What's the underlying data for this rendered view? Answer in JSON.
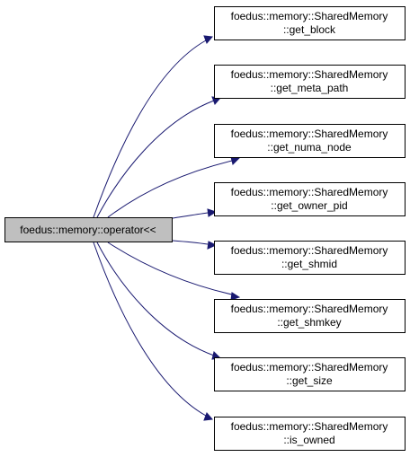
{
  "root": {
    "label": "foedus::memory::operator<<"
  },
  "targets": [
    {
      "line1": "foedus::memory::SharedMemory",
      "line2": "::get_block"
    },
    {
      "line1": "foedus::memory::SharedMemory",
      "line2": "::get_meta_path"
    },
    {
      "line1": "foedus::memory::SharedMemory",
      "line2": "::get_numa_node"
    },
    {
      "line1": "foedus::memory::SharedMemory",
      "line2": "::get_owner_pid"
    },
    {
      "line1": "foedus::memory::SharedMemory",
      "line2": "::get_shmid"
    },
    {
      "line1": "foedus::memory::SharedMemory",
      "line2": "::get_shmkey"
    },
    {
      "line1": "foedus::memory::SharedMemory",
      "line2": "::get_size"
    },
    {
      "line1": "foedus::memory::SharedMemory",
      "line2": "::is_owned"
    }
  ],
  "colors": {
    "edge": "#191970",
    "root_fill": "#bfbfbf",
    "node_fill": "#ffffff"
  }
}
